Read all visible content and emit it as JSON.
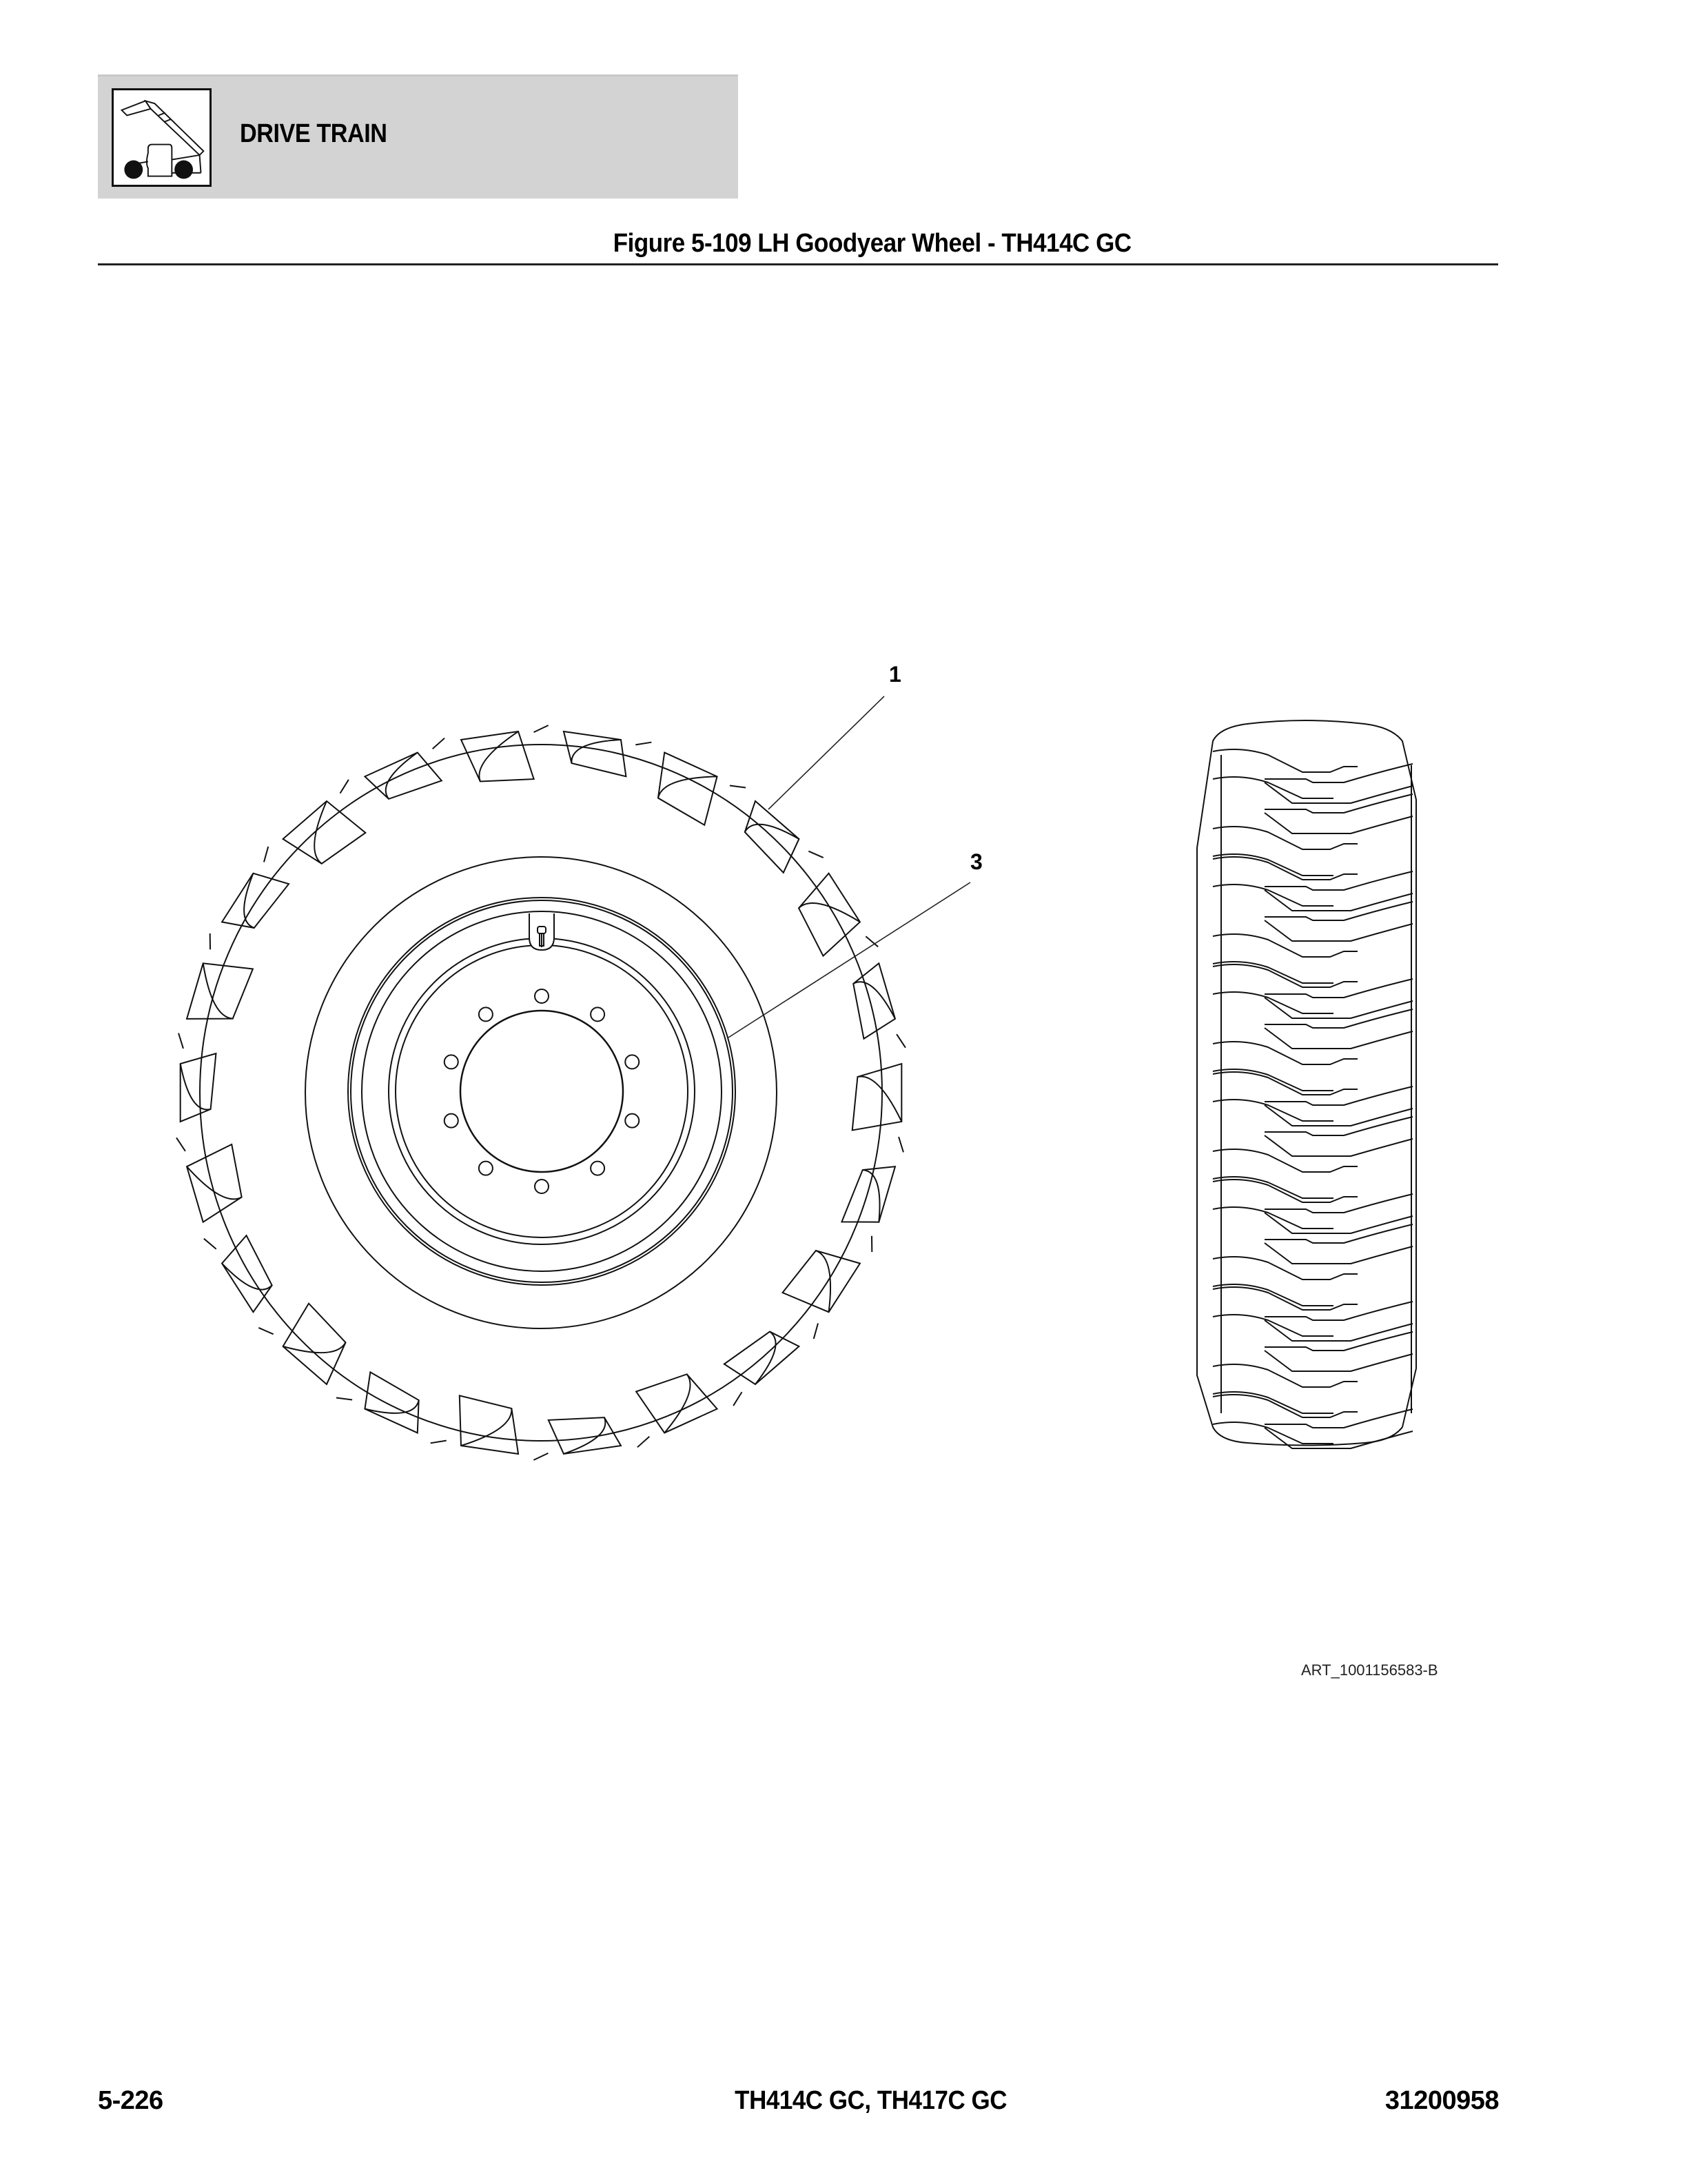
{
  "header": {
    "section_title": "DRIVE TRAIN",
    "section_icon": "telehandler-icon",
    "band_color": "#d3d3d3"
  },
  "figure": {
    "title": "Figure 5-109 LH Goodyear Wheel - TH414C GC",
    "callouts": [
      {
        "id": "1",
        "label": "1",
        "target": "tire"
      },
      {
        "id": "3",
        "label": "3",
        "target": "wheel-rim"
      }
    ],
    "views": [
      "wheel-front-view",
      "tire-tread-side-view"
    ],
    "art_number": "ART_1001156583-B"
  },
  "footer": {
    "page_number": "5-226",
    "models": "TH414C GC, TH417C GC",
    "document_number": "31200958"
  }
}
